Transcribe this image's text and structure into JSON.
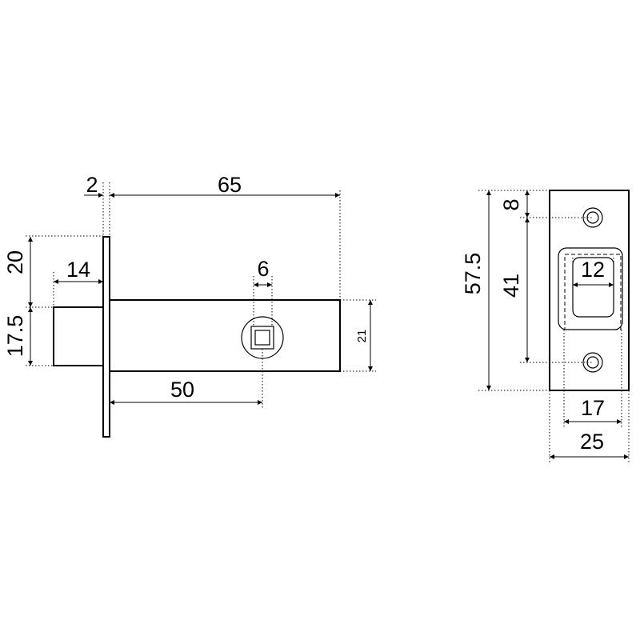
{
  "side_view": {
    "dims": {
      "faceplate_thickness": "2",
      "case_length": "65",
      "latch_offset": "20",
      "latch_projection": "14",
      "latch_height": "17.5",
      "spindle_size": "6",
      "backset": "50",
      "case_height": "21"
    }
  },
  "front_view": {
    "dims": {
      "plate_height": "57.5",
      "screw_offset": "8",
      "screw_spacing": "41",
      "latch_window_width": "12",
      "latch_window_outer": "17",
      "plate_width": "25"
    }
  }
}
